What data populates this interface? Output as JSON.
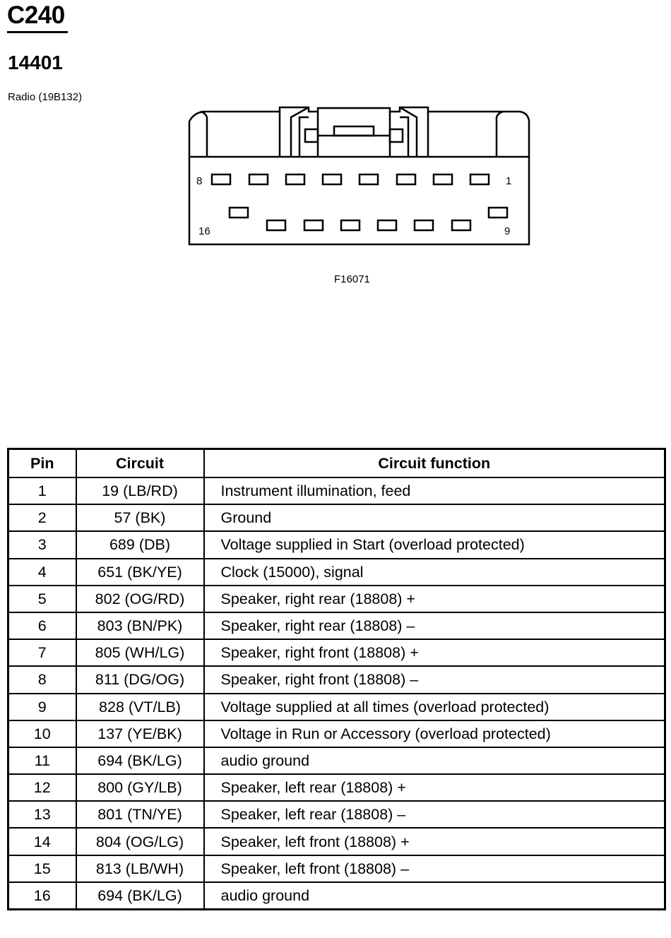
{
  "header": {
    "connector_id": "C240",
    "part_number": "14401",
    "component": "Radio (19B132)"
  },
  "diagram": {
    "pin_label_top_left": "8",
    "pin_label_top_right": "1",
    "pin_label_bottom_left": "16",
    "pin_label_bottom_right": "9",
    "figure_code": "F16071"
  },
  "table": {
    "columns": [
      "Pin",
      "Circuit",
      "Circuit function"
    ],
    "rows": [
      {
        "pin": "1",
        "circuit": "19 (LB/RD)",
        "function": "Instrument illumination, feed"
      },
      {
        "pin": "2",
        "circuit": "57 (BK)",
        "function": "Ground"
      },
      {
        "pin": "3",
        "circuit": "689 (DB)",
        "function": "Voltage supplied in Start (overload protected)"
      },
      {
        "pin": "4",
        "circuit": "651 (BK/YE)",
        "function": "Clock (15000), signal"
      },
      {
        "pin": "5",
        "circuit": "802 (OG/RD)",
        "function": "Speaker, right rear (18808) +"
      },
      {
        "pin": "6",
        "circuit": "803 (BN/PK)",
        "function": "Speaker, right rear (18808) –"
      },
      {
        "pin": "7",
        "circuit": "805 (WH/LG)",
        "function": "Speaker, right front (18808) +"
      },
      {
        "pin": "8",
        "circuit": "811 (DG/OG)",
        "function": "Speaker, right front (18808) –"
      },
      {
        "pin": "9",
        "circuit": "828 (VT/LB)",
        "function": "Voltage supplied at all times (overload protected)"
      },
      {
        "pin": "10",
        "circuit": "137 (YE/BK)",
        "function": "Voltage in Run or Accessory (overload protected)"
      },
      {
        "pin": "11",
        "circuit": "694 (BK/LG)",
        "function": "audio ground"
      },
      {
        "pin": "12",
        "circuit": "800 (GY/LB)",
        "function": "Speaker, left rear (18808) +"
      },
      {
        "pin": "13",
        "circuit": "801 (TN/YE)",
        "function": "Speaker, left rear (18808) –"
      },
      {
        "pin": "14",
        "circuit": "804 (OG/LG)",
        "function": "Speaker, left front (18808) +"
      },
      {
        "pin": "15",
        "circuit": "813 (LB/WH)",
        "function": "Speaker, left front (18808) –"
      },
      {
        "pin": "16",
        "circuit": "694 (BK/LG)",
        "function": "audio ground"
      }
    ]
  }
}
